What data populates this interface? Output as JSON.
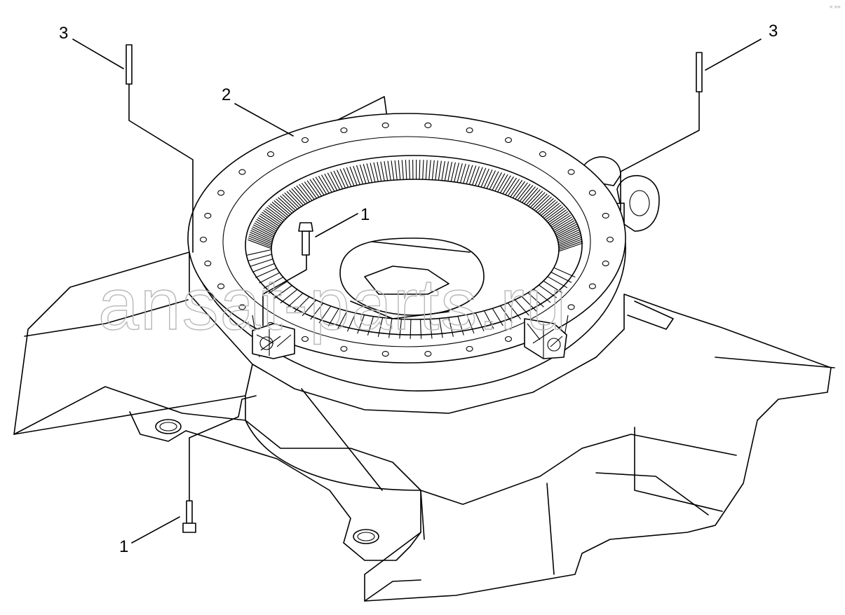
{
  "diagram": {
    "callouts": [
      {
        "id": "bolt-top",
        "label": "1"
      },
      {
        "id": "bolt-bottom",
        "label": "1"
      },
      {
        "id": "bearing",
        "label": "2"
      },
      {
        "id": "pin-left",
        "label": "3"
      },
      {
        "id": "pin-right",
        "label": "3"
      }
    ],
    "watermark": "ansat-parts.ru",
    "corner_mark": "« »»"
  },
  "colors": {
    "line": "#000000",
    "background": "#ffffff",
    "watermark": "#b8b8b8"
  }
}
